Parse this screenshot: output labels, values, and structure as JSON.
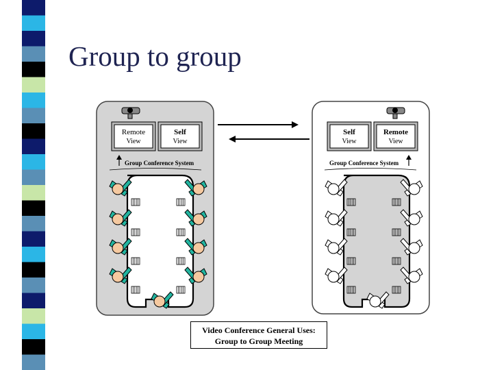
{
  "slide": {
    "title": "Group to group"
  },
  "stripes": [
    "#0d1b6b",
    "#2bb6e6",
    "#0d1b6b",
    "#5a8fb5",
    "#000000",
    "#c8e6a8",
    "#2bb6e6",
    "#5a8fb5",
    "#000000",
    "#0d1b6b",
    "#2bb6e6",
    "#5a8fb5",
    "#c8e6a8",
    "#000000",
    "#5a8fb5",
    "#0d1b6b",
    "#2bb6e6",
    "#000000",
    "#5a8fb5",
    "#0d1b6b",
    "#c8e6a8",
    "#2bb6e6",
    "#000000",
    "#5a8fb5"
  ],
  "left_room": {
    "screens": [
      {
        "line1": "Remote",
        "line2": "View"
      },
      {
        "line1": "Self",
        "line2": "View"
      }
    ],
    "system_label": "Group Conference System"
  },
  "right_room": {
    "screens": [
      {
        "line1": "Self",
        "line2": "View"
      },
      {
        "line1": "Remote",
        "line2": "View"
      }
    ],
    "system_label": "Group Conference System"
  },
  "caption": {
    "line1": "Video Conference General Uses:",
    "line2": "Group to Group Meeting"
  },
  "colors": {
    "title": "#1f2452",
    "person_body": "#22b5a0",
    "person_head": "#f5c9a0",
    "room_fill": "#d4d4d4",
    "table_fill": "#ffffff",
    "right_table_fill": "#d4d4d4"
  }
}
